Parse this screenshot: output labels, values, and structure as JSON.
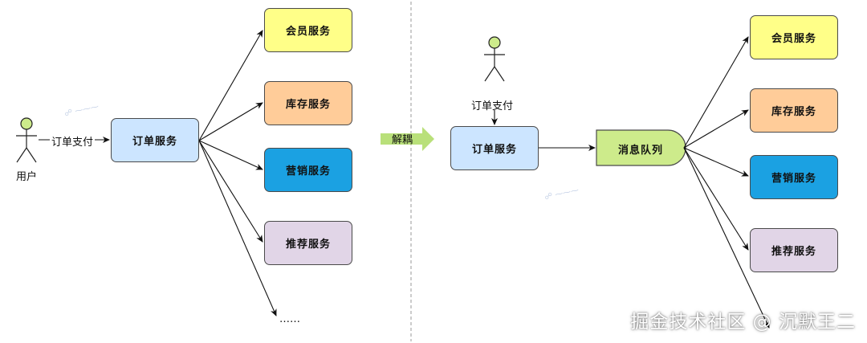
{
  "left": {
    "actor_label": "用户",
    "edge_label": "订单支付",
    "order_service": "订单服务",
    "services": [
      "会员服务",
      "库存服务",
      "营销服务",
      "推荐服务"
    ],
    "more": "……"
  },
  "divider_label": "解耦",
  "right": {
    "edge_label": "订单支付",
    "order_service": "订单服务",
    "queue": "消息队列",
    "services": [
      "会员服务",
      "库存服务",
      "营销服务",
      "推荐服务"
    ]
  },
  "colors": {
    "member": "#ffff88",
    "inventory": "#ffcc99",
    "marketing": "#1ba1e2",
    "recommend": "#e1d5e7",
    "order": "#cce5ff",
    "queue": "#cdeb8b",
    "actor_head": "#cdeb8b",
    "arrow_big": "#b9e07a"
  },
  "watermark": "掘金技术社区 @ 沉默王二"
}
